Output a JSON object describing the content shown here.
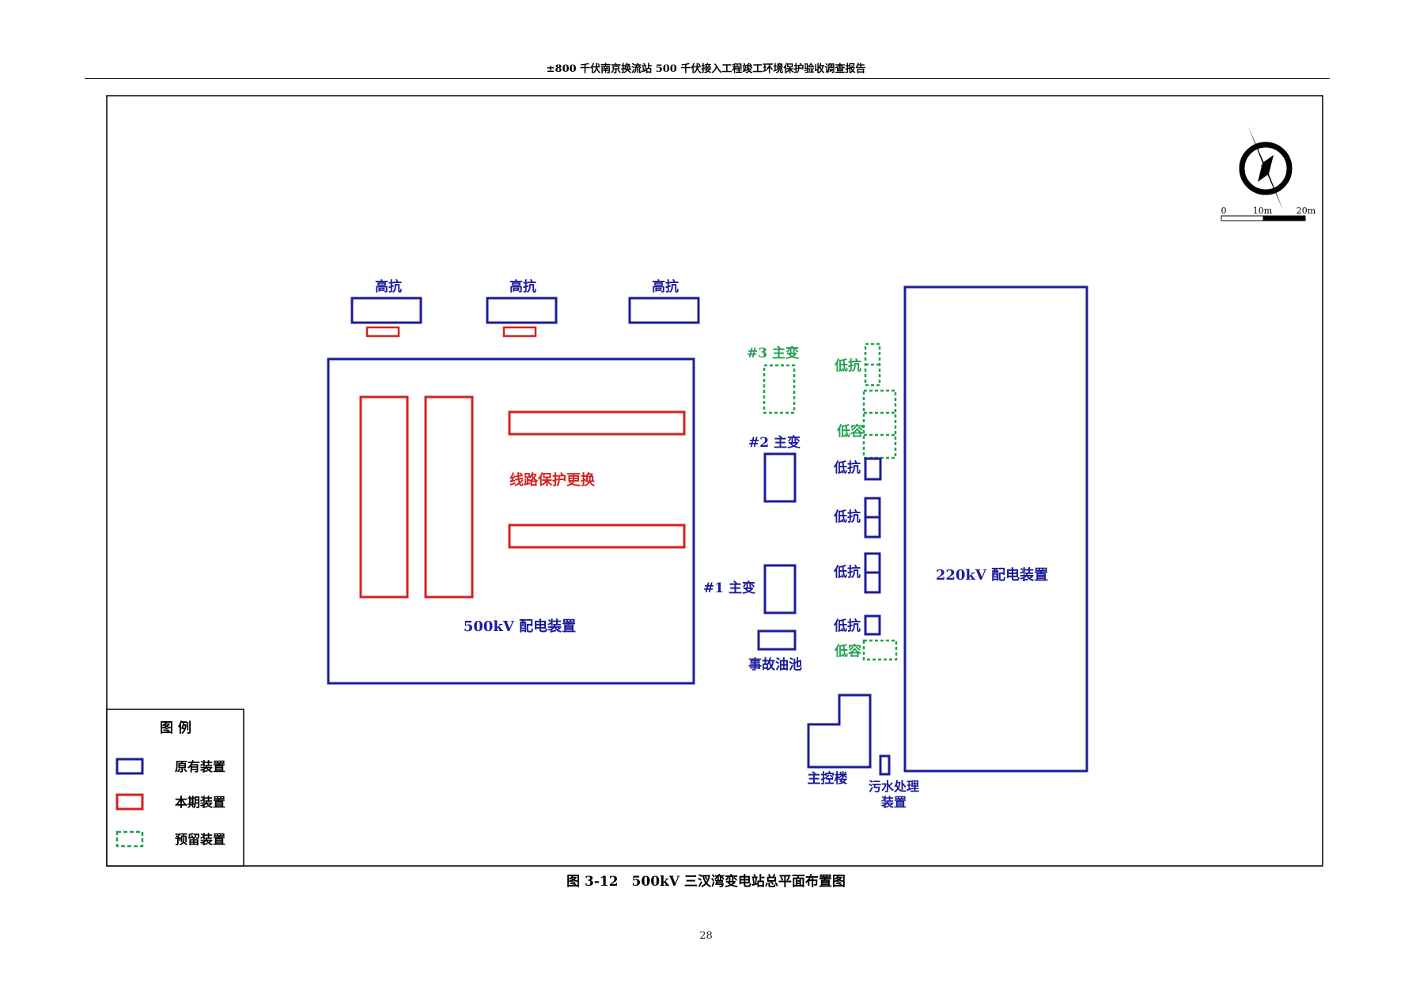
{
  "header": {
    "title": "±800 千伏南京换流站 500 千伏接入工程竣工环境保护验收调查报告"
  },
  "diagram": {
    "labels": {
      "reactor_1": "高抗",
      "reactor_2": "高抗",
      "reactor_3": "高抗",
      "switchyard_500": "500kV 配电装置",
      "line_protection": "线路保护更换",
      "transformer_3": "#3 主变",
      "transformer_2": "#2 主变",
      "transformer_1": "#1 主变",
      "oil_pit": "事故油池",
      "lv_reactor_reserved": "低抗",
      "lv_capacitor_reserved_1": "低容",
      "lv_reactor_1": "低抗",
      "lv_reactor_2": "低抗",
      "lv_reactor_3": "低抗",
      "lv_reactor_4": "低抗",
      "lv_capacitor_reserved_2": "低容",
      "switchyard_220": "220kV 配电装置",
      "control_building": "主控楼",
      "sewage_line1": "污水处理",
      "sewage_line2": "装置"
    },
    "compass": {
      "north": "N",
      "scale_labels": [
        "0",
        "10m",
        "20m"
      ]
    },
    "legend": {
      "title": "图 例",
      "items": [
        {
          "label": "原有装置",
          "color": "#1c1c9a",
          "style": "solid"
        },
        {
          "label": "本期装置",
          "color": "#d42222",
          "style": "solid"
        },
        {
          "label": "预留装置",
          "color": "#22a050",
          "style": "dashed"
        }
      ]
    },
    "colors": {
      "existing": "#1c1c9a",
      "this_phase": "#d42222",
      "reserved": "#22a050"
    }
  },
  "caption": "图 3-12　500kV 三汊湾变电站总平面布置图",
  "page_number": "28"
}
